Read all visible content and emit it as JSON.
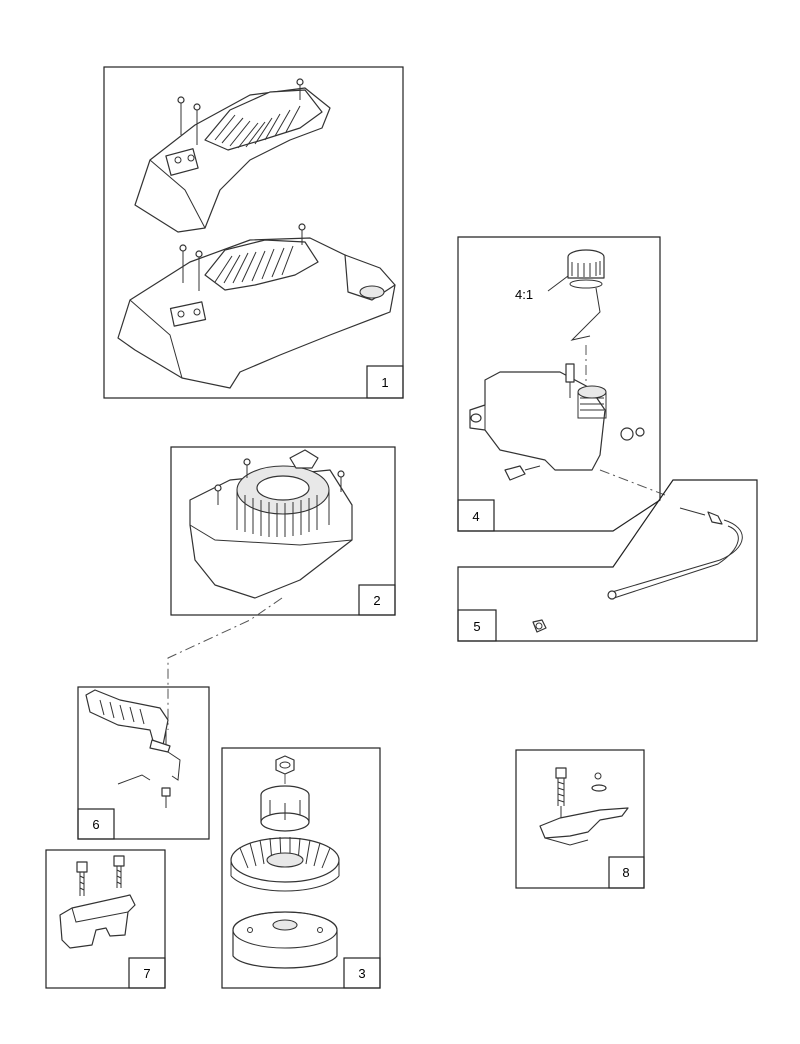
{
  "callouts": {
    "c1": "1",
    "c2": "2",
    "c3": "3",
    "c4": "4",
    "c5": "5",
    "c6": "6",
    "c7": "7",
    "c8": "8"
  },
  "annotations": {
    "fuel_mix_ratio": "4:1"
  }
}
